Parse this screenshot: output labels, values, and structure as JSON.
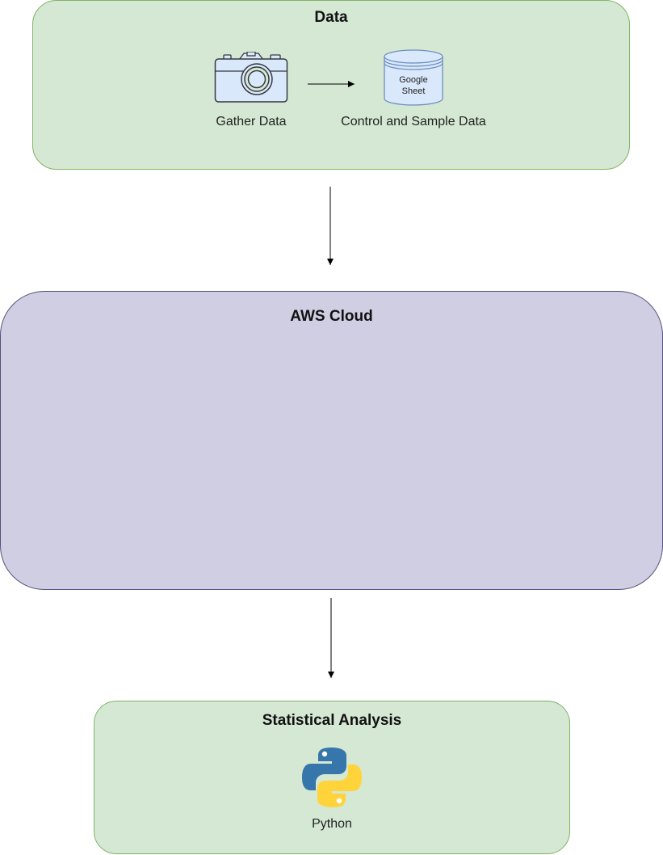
{
  "groups": {
    "data": {
      "title": "Data",
      "fill": "#d5e8d4",
      "stroke": "#82b366"
    },
    "aws": {
      "title": "AWS Cloud",
      "fill": "#d0cee2",
      "stroke": "#56517e"
    },
    "stats": {
      "title": "Statistical Analysis",
      "fill": "#d5e8d4",
      "stroke": "#82b366"
    }
  },
  "nodes": {
    "gather": {
      "label": "Gather Data",
      "icon": "camera-icon"
    },
    "control": {
      "label": "Control and Sample Data",
      "icon": "database-cylinder-icon",
      "cylinder_line1": "Google",
      "cylinder_line2": "Sheet"
    },
    "python": {
      "label": "Python",
      "icon": "python-logo-icon"
    }
  },
  "edges": [
    {
      "from": "gather",
      "to": "control"
    },
    {
      "from": "data",
      "to": "aws"
    },
    {
      "from": "aws",
      "to": "stats"
    }
  ]
}
